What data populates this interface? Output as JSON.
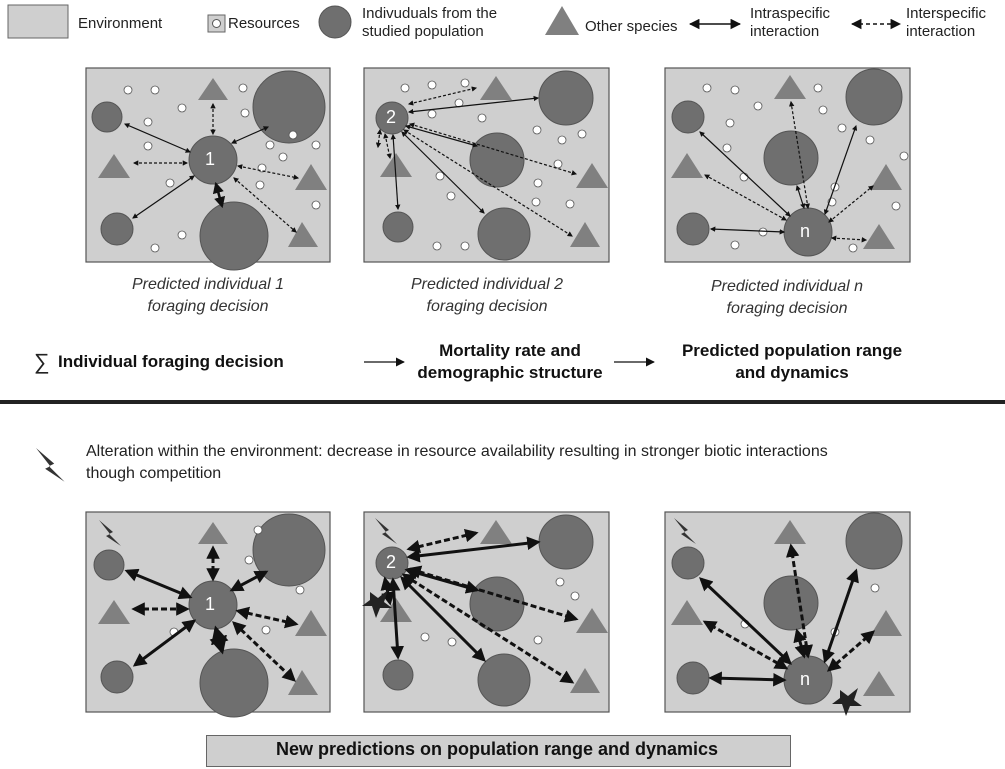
{
  "legend": {
    "environment": "Environment",
    "resources": "Resources",
    "individuals_line1": "Indivuduals from the",
    "individuals_line2": "studied population",
    "other_species": "Other species",
    "intraspecific_line1": "Intraspecific",
    "intraspecific_line2": "interaction",
    "interspecific_line1": "Interspecific",
    "interspecific_line2": "interaction"
  },
  "panels": {
    "label_1": "1",
    "label_2": "2",
    "label_n": "n"
  },
  "captions": {
    "c1_line1": "Predicted individual 1",
    "c1_line2": "foraging decision",
    "c2_line1": "Predicted individual 2",
    "c2_line2": "foraging decision",
    "cn_line1": "Predicted individual n",
    "cn_line2": "foraging decision"
  },
  "flow": {
    "sum_symbol": "∑",
    "step1": "Individual foraging decision",
    "step2_line1": "Mortality rate and",
    "step2_line2": "demographic structure",
    "step3_line1": "Predicted population range",
    "step3_line2": "and dynamics"
  },
  "alteration": {
    "line1": "Alteration within the environment: decrease in resource availability resulting in stronger biotic interactions",
    "line2": "though competition"
  },
  "bottom": {
    "text": "New predictions on population range and dynamics"
  },
  "colors": {
    "environment": "#cfcfcf",
    "individual": "#6f6f6f",
    "other_species": "#808080",
    "resource": "#ffffff",
    "divider": "#222222"
  }
}
